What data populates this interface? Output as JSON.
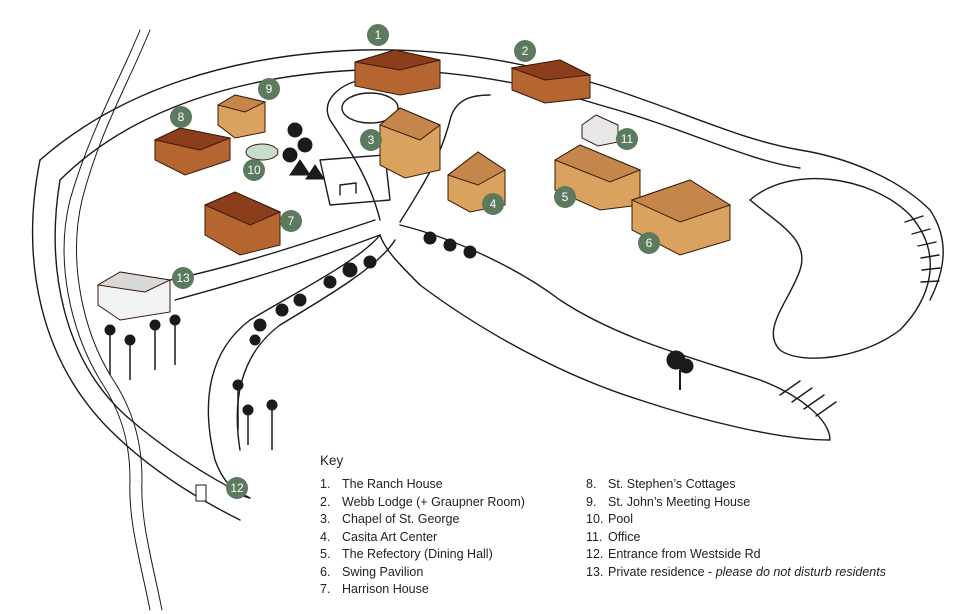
{
  "colors": {
    "marker": "#5b7a5e",
    "building": "#d9a25f",
    "building_dark": "#b5652f",
    "roof": "#8c3d1c",
    "road_line": "#1a1a1a",
    "tree": "#1a1a1a"
  },
  "markers": [
    {
      "n": "1"
    },
    {
      "n": "2"
    },
    {
      "n": "3"
    },
    {
      "n": "4"
    },
    {
      "n": "5"
    },
    {
      "n": "6"
    },
    {
      "n": "7"
    },
    {
      "n": "8"
    },
    {
      "n": "9"
    },
    {
      "n": "10"
    },
    {
      "n": "11"
    },
    {
      "n": "12"
    },
    {
      "n": "13"
    }
  ],
  "legend": {
    "title": "Key",
    "items": [
      {
        "num": "1.",
        "label": "The Ranch House"
      },
      {
        "num": "2.",
        "label": "Webb Lodge (+ Graupner Room)"
      },
      {
        "num": "3.",
        "label": "Chapel of St. George"
      },
      {
        "num": "4.",
        "label": "Casita Art Center"
      },
      {
        "num": "5.",
        "label": "The Refectory (Dining Hall)"
      },
      {
        "num": "6.",
        "label": "Swing Pavilion"
      },
      {
        "num": "7.",
        "label": "Harrison House"
      },
      {
        "num": "8.",
        "label": "St. Stephen’s Cottages"
      },
      {
        "num": "9.",
        "label": "St. John’s Meeting House"
      },
      {
        "num": "10.",
        "label": "Pool"
      },
      {
        "num": "11.",
        "label": "Office"
      },
      {
        "num": "12.",
        "label": "Entrance from Westside Rd"
      },
      {
        "num": "13.",
        "label": "Private residence - ",
        "note": "please do not disturb residents"
      }
    ]
  }
}
